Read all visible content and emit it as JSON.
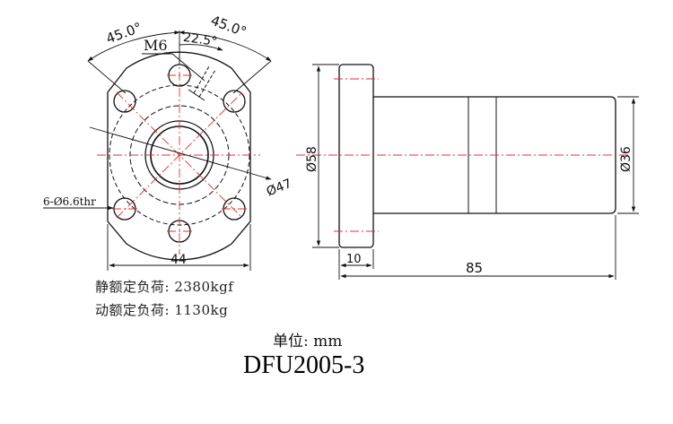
{
  "dimensions": {
    "angle_left": "45.0°",
    "angle_right": "45.0°",
    "angle_small": "22.5°",
    "thread": "M6",
    "bolt_hole": "6-Ø6.6thr",
    "bolt_circle": "Ø47",
    "flange_width": "44",
    "flange_diameter": "Ø58",
    "body_diameter": "Ø36",
    "flange_thickness": "10",
    "overall_length": "85"
  },
  "loads": {
    "static": "静额定负荷: 2380kgf",
    "dynamic": "动额定负荷: 1130kg"
  },
  "unit": "单位: mm",
  "model": "DFU2005-3",
  "colors": {
    "line": "#111111",
    "centerline": "#e03030"
  }
}
